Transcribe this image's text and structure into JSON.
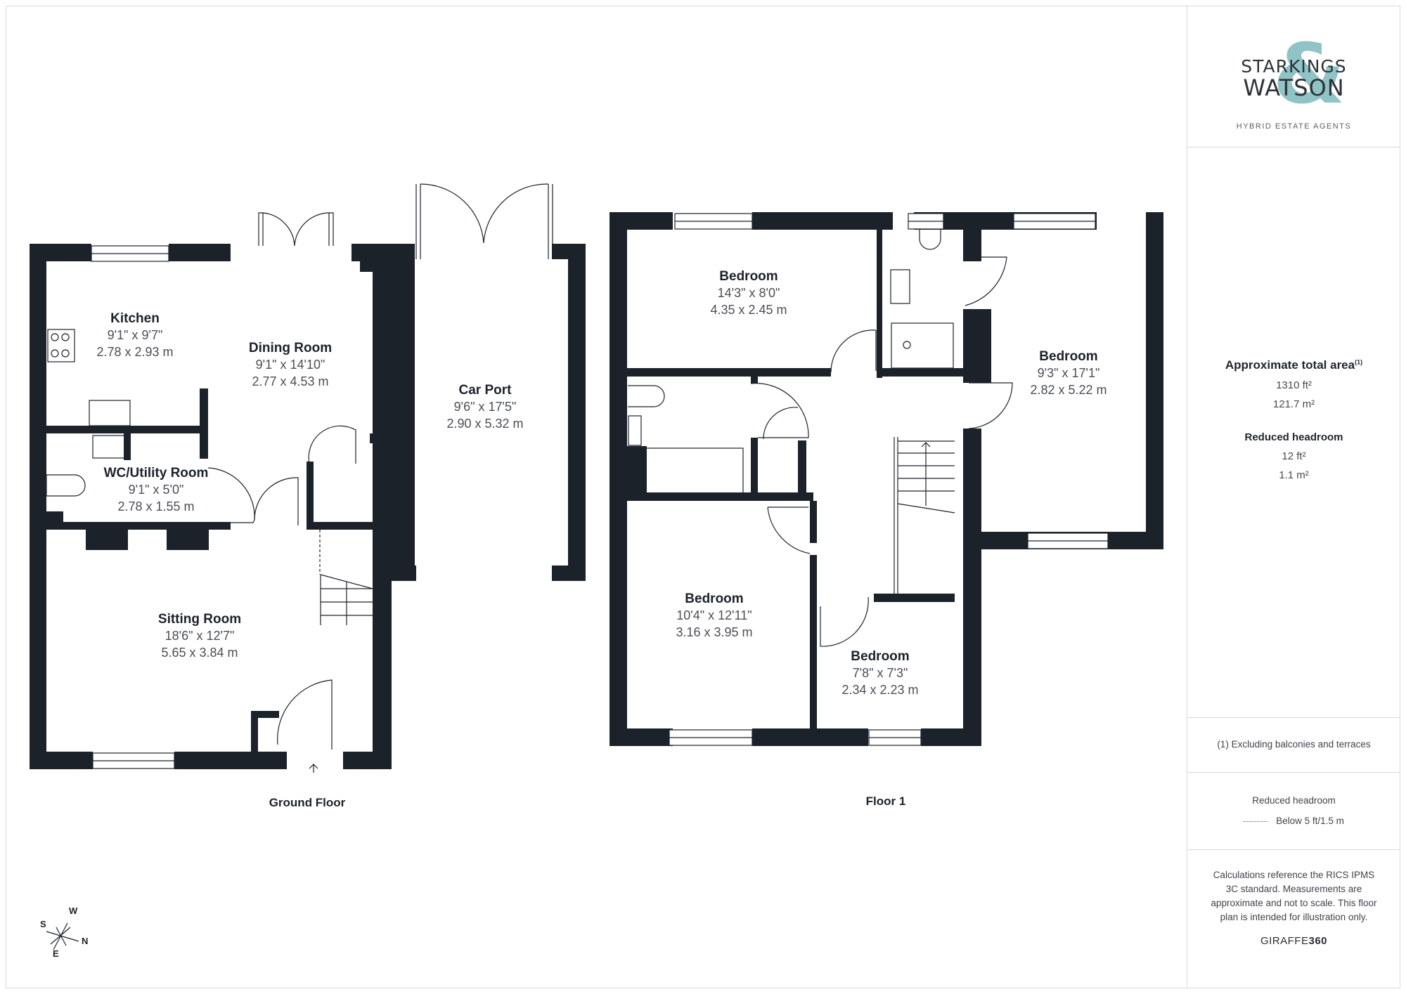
{
  "brand": {
    "name_line1": "STARKINGS",
    "name_line2": "WATSON",
    "ampersand": "&",
    "tagline": "HYBRID ESTATE AGENTS",
    "accent_color": "#8fc3c6"
  },
  "summary": {
    "total_area_title": "Approximate total area",
    "total_area_note_marker": "(1)",
    "total_area_ft": "1310 ft²",
    "total_area_m": "121.7 m²",
    "reduced_headroom_title": "Reduced headroom",
    "reduced_headroom_ft": "12 ft²",
    "reduced_headroom_m": "1.1 m²"
  },
  "footnote": "(1) Excluding balconies and terraces",
  "legend": {
    "title": "Reduced headroom",
    "item_label": "Below 5 ft/1.5 m",
    "item_icon": "dotted-line-icon"
  },
  "disclaimer": "Calculations reference the RICS IPMS 3C standard. Measurements are approximate and not to scale. This floor plan is intended for illustration only.",
  "credit": {
    "prefix": "GIRAFFE",
    "suffix": "360"
  },
  "wall_color": "#1c222a",
  "floors": [
    {
      "label": "Ground Floor",
      "rooms": [
        {
          "name": "Kitchen",
          "imperial": "9'1\" x 9'7\"",
          "metric": "2.78 x 2.93 m"
        },
        {
          "name": "Dining Room",
          "imperial": "9'1\" x 14'10\"",
          "metric": "2.77 x 4.53 m"
        },
        {
          "name": "WC/Utility Room",
          "imperial": "9'1\" x 5'0\"",
          "metric": "2.78 x 1.55 m"
        },
        {
          "name": "Sitting Room",
          "imperial": "18'6\" x 12'7\"",
          "metric": "5.65 x 3.84 m"
        },
        {
          "name": "Car Port",
          "imperial": "9'6\" x 17'5\"",
          "metric": "2.90 x 5.32 m"
        }
      ]
    },
    {
      "label": "Floor 1",
      "rooms": [
        {
          "name": "Bedroom",
          "imperial": "14'3\" x 8'0\"",
          "metric": "4.35 x 2.45 m"
        },
        {
          "name": "Bedroom",
          "imperial": "9'3\" x 17'1\"",
          "metric": "2.82 x 5.22 m"
        },
        {
          "name": "Bedroom",
          "imperial": "10'4\" x 12'11\"",
          "metric": "3.16 x 3.95 m"
        },
        {
          "name": "Bedroom",
          "imperial": "7'8\" x 7'3\"",
          "metric": "2.34 x 2.23 m"
        }
      ]
    }
  ],
  "compass": {
    "n": "N",
    "s": "S",
    "e": "E",
    "w": "W"
  }
}
